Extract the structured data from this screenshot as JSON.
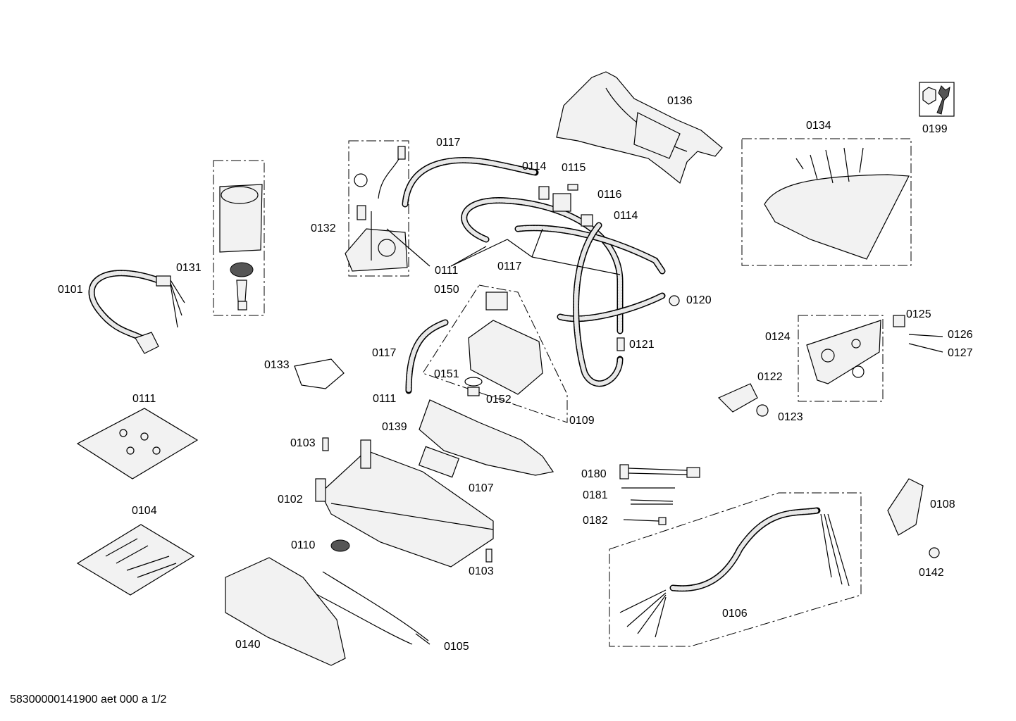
{
  "labels": {
    "p0101": "0101",
    "p0102": "0102",
    "p0103a": "0103",
    "p0103b": "0103",
    "p0104": "0104",
    "p0105": "0105",
    "p0106": "0106",
    "p0107": "0107",
    "p0108": "0108",
    "p0109": "0109",
    "p0110": "0110",
    "p0111a": "0111",
    "p0111b": "0111",
    "p0111c": "0111",
    "p0114a": "0114",
    "p0114b": "0114",
    "p0115": "0115",
    "p0116": "0116",
    "p0117a": "0117",
    "p0117b": "0117",
    "p0117c": "0117",
    "p0120": "0120",
    "p0121": "0121",
    "p0122": "0122",
    "p0123": "0123",
    "p0124": "0124",
    "p0125": "0125",
    "p0126": "0126",
    "p0127": "0127",
    "p0131": "0131",
    "p0132": "0132",
    "p0133": "0133",
    "p0134": "0134",
    "p0136": "0136",
    "p0139": "0139",
    "p0140": "0140",
    "p0142": "0142",
    "p0150": "0150",
    "p0151": "0151",
    "p0152": "0152",
    "p0180": "0180",
    "p0181": "0181",
    "p0182": "0182",
    "p0199": "0199"
  },
  "footer": "58300000141900 aet 000 a 1/2",
  "icons": {
    "tool": "wrench-nut-icon"
  }
}
